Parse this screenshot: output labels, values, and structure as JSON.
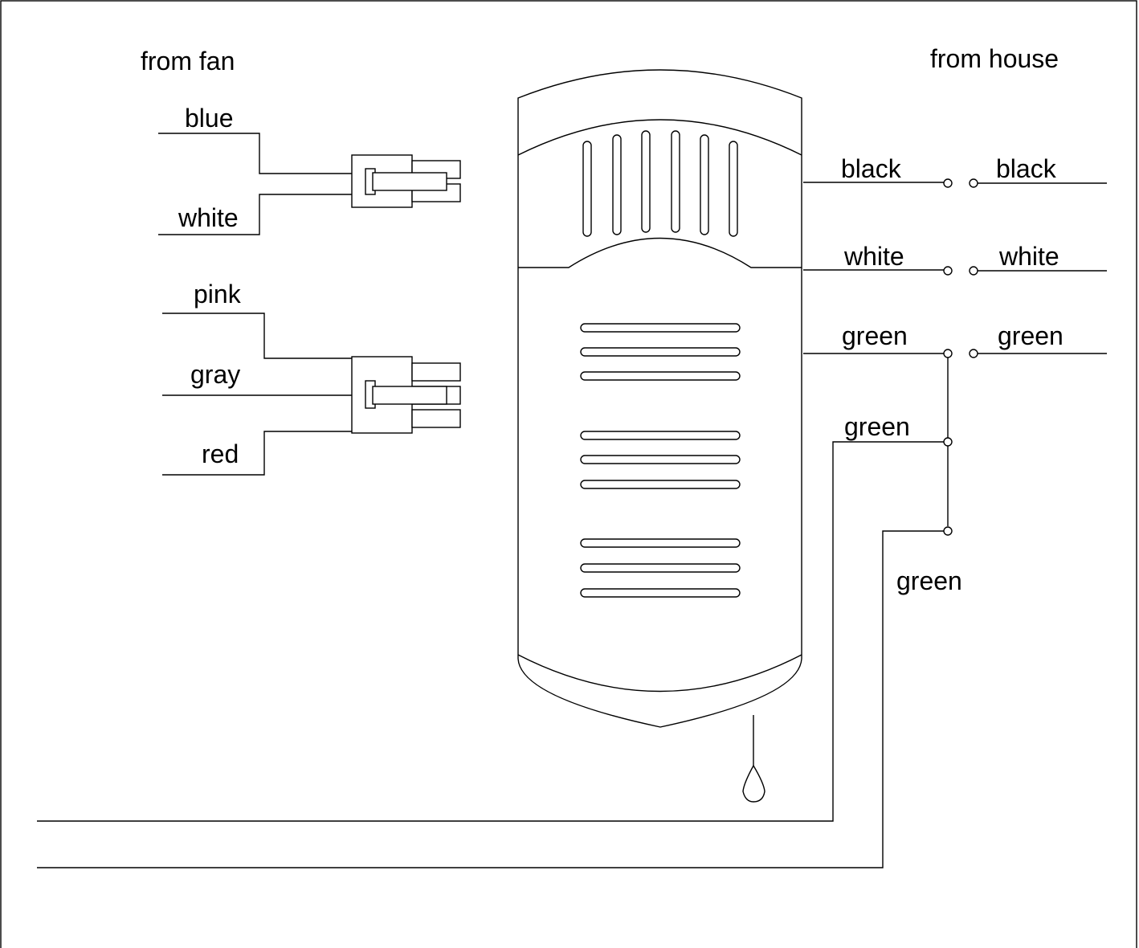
{
  "labels": {
    "from_fan": "from fan",
    "from_house": "from house",
    "fan_blue": "blue",
    "fan_white": "white",
    "fan_pink": "pink",
    "fan_gray": "gray",
    "fan_red": "red",
    "dev_black": "black",
    "dev_white": "white",
    "dev_green": "green",
    "house_black": "black",
    "house_white": "white",
    "house_green": "green",
    "ground_green_1": "green",
    "ground_green_2": "green"
  },
  "colors": {
    "line": "#000000",
    "background": "#ffffff"
  }
}
